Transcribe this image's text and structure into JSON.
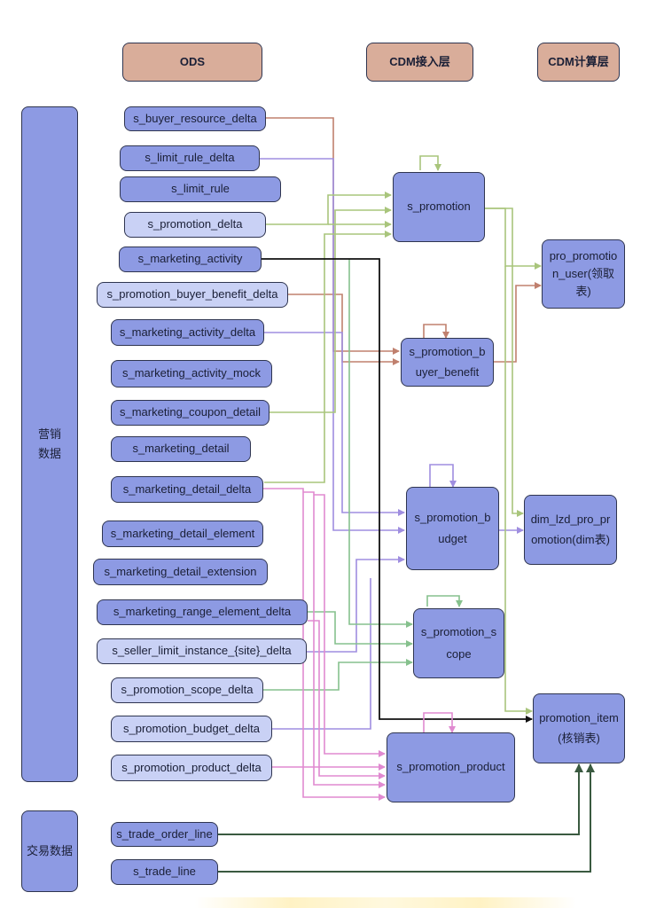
{
  "headers": {
    "ods": "ODS",
    "cdm_access": "CDM接入层",
    "cdm_compute": "CDM计算层"
  },
  "groups": {
    "marketing": [
      "营销",
      "数据"
    ],
    "trade": "交易数据"
  },
  "sources": [
    "s_buyer_resource_delta",
    "s_limit_rule_delta",
    "s_limit_rule",
    "s_promotion_delta",
    "s_marketing_activity",
    "s_promotion_buyer_benefit_delta",
    "s_marketing_activity_delta",
    "s_marketing_activity_mock",
    "s_marketing_coupon_detail",
    "s_marketing_detail",
    "s_marketing_detail_delta",
    "s_marketing_detail_element",
    "s_marketing_detail_extension",
    "s_marketing_range_element_delta",
    "s_seller_limit_instance_{site}_delta",
    "s_promotion_scope_delta",
    "s_promotion_budget_delta",
    "s_promotion_product_delta",
    "s_trade_order_line",
    "s_trade_line"
  ],
  "cdm_access": {
    "promotion": [
      "s_promotion"
    ],
    "buyer_benefit": [
      "s_promotion_b",
      "uyer_benefit"
    ],
    "budget": [
      "s_promotion_b",
      "udget"
    ],
    "scope": [
      "s_promotion_s",
      "cope"
    ],
    "product": [
      "s_promotion_product"
    ]
  },
  "cdm_compute": {
    "promotion_user": [
      "pro_promotio",
      "n_user(领取",
      "表)"
    ],
    "dim_promotion": [
      "dim_lzd_pro_pr",
      "omotion(dim表)"
    ],
    "promotion_item": [
      "promotion_item",
      "(核销表)"
    ]
  },
  "colors": {
    "brown": "#c0806e",
    "purple": "#9f8ee0",
    "green": "#a9c57c",
    "black": "#111111",
    "pink": "#e08ad0",
    "dark_green": "#3a5a40",
    "mint": "#86c18d",
    "node_blue": "#8d9ae3",
    "node_light": "#c9d1f5",
    "header": "#d9ad9a"
  }
}
